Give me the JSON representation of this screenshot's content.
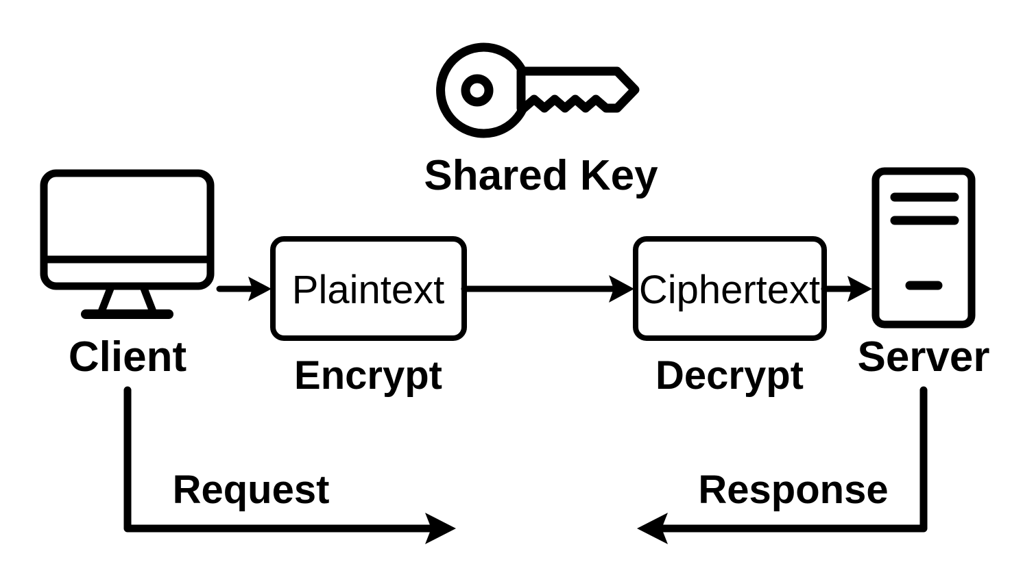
{
  "diagram": {
    "title": "Symmetric encryption client-server flow",
    "colors": {
      "ink": "#000000",
      "background": "#ffffff"
    },
    "nodes": {
      "client": {
        "label": "Client",
        "icon": "desktop-monitor-icon"
      },
      "server": {
        "label": "Server",
        "icon": "server-tower-icon"
      },
      "shared_key": {
        "label": "Shared Key",
        "icon": "key-icon"
      }
    },
    "boxes": [
      {
        "id": "plaintext",
        "label": "Plaintext",
        "caption": "Encrypt"
      },
      {
        "id": "ciphertext",
        "label": "Ciphertext",
        "caption": "Decrypt"
      }
    ],
    "flows": [
      {
        "id": "request",
        "label": "Request",
        "direction": "client-to-server"
      },
      {
        "id": "response",
        "label": "Response",
        "direction": "server-to-client"
      }
    ],
    "connectors": [
      {
        "id": "client-to-plaintext",
        "arrow": "right"
      },
      {
        "id": "plaintext-to-ciphertext",
        "arrow": "right"
      },
      {
        "id": "ciphertext-to-server",
        "arrow": "right"
      }
    ]
  }
}
